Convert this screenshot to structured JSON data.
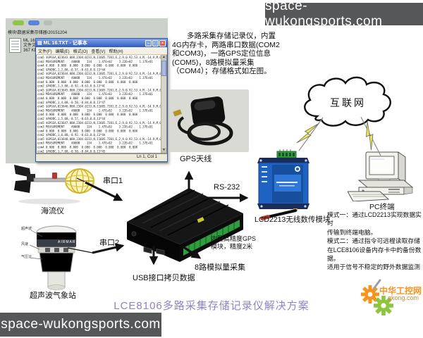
{
  "banners": {
    "top_right": "space-wukongsports.com",
    "bottom_left": "space-wukongsports.com"
  },
  "screenshot": {
    "path_text": "模块\\数据采集存储器\\20151204",
    "file_icon": {
      "line1": "ML 16.TXT",
      "line2": "文件文档",
      "line3": "367 KB"
    },
    "notepad": {
      "title": "ML 16.TXT - 记事本",
      "buttons": {
        "minimize": "–",
        "maximize": "□",
        "close": "×"
      },
      "menu": [
        "文件(F)",
        "编辑(E)",
        "格式(O)",
        "查看(V)",
        "帮助(H)"
      ],
      "log_lines": [
        "com5 $GPGGA,023643.000,2304.0233,N,11605.7201,E,2,9,0.92,53.4,M,-14.9,M,0000,0000*46",
        "com3 MEASUREMENT    4000B    134    1.47E+02    3.22E+02    1.37E+01",
        "com4 0.000  0.000  0.000  0.000  0.000  0.000  0.000  0.000",
        "com2 $PADBC,1,2.00,-0.57,-0.63,0.0,13*44",
        "com5 $GPGGA,023644.000,2304.0233,N,11605.7201,E,2,9,0.92,53.4,M,-14.9,M,0000,0000*46",
        "com3 MEASUREMENT    4000B    134    1.47E+02    3.22E+02    1.37E+01",
        "com4 0.000  0.000  0.000  0.000  0.000  0.000  0.000  0.000",
        "com2 $PADBC,1,3.00,-0.92,-0.63,0.0,13*4C",
        "com5 $GPGGA,023645.000,2304.0233,N,11605.7201,E,2,9,0.92,53.4,M,-14.9,M,0000,0000*4C",
        "com3 MEASUREMENT    4000B    134    1.47E+02    3.22E+02    1.37E+01",
        "com4 0.000  0.000  0.000  0.000  0.000  0.000  0.000  0.000",
        "com2 $PADBC,1,4.00,-0.50,-0.84,0.0,13*47",
        "com5 $GPGGA,023646.000,2304.0233,N,11605.7201,E,2,9,0.92,53.4,M,-14.9,M,0000,0000*4D",
        "com3 MEASUREMENT    4000B    134    1.47E+02    3.22E+02    1.37E+01",
        "com4 0.000  0.000  0.000  0.000  0.000  0.000  0.000  0.000",
        "com2 $PADBC,1,5.00,-0.57,-0.63,0.0,13*44",
        "com5 $GPGGA,023647.000,2304.0233,N,11605.7201,E,2,9,0.92,53.4,M,-14.9,M,0000,0000*4E",
        "com3 MEASUREMENT    4000B    134    1.47E+02    3.22E+02    1.37E+01",
        "com4 0.000  0.000  0.000  0.000  0.000  0.000  0.000  0.000",
        "com2 $PADBC,1,6.00,-0.92,-0.63,0.0,13*4A",
        "com5 $GPGGA,023648.000,2304.0233,N,11605.7201,E,2,9,0.92,53.4,M,-14.9,M,0000,0000*41",
        "com3 MEASUREMENT    4000B    134    1.47E+02    3.22E+02    1.37E+01",
        "com4 0.000  0.000  0.000  0.000  0.000  0.000  0.000  0.000",
        "com2 $PADBC,1,7.00,-0.50,-0.84,0.0,13*45"
      ],
      "status": "Ln 1, Col 1"
    }
  },
  "description": {
    "lines": [
      "多路采集存储记录仪，内置",
      "4G内存卡，两路串口数据(COM2",
      "和COM3)，一路GPS定位信息",
      "(COM5)，8路模拟量采集",
      "（COM4）；存储格式如左图。"
    ]
  },
  "labels": {
    "gps_antenna": "GPS天线",
    "cloud": "互联网",
    "module": "LCD2213无线数传模块",
    "pc": "PC终端",
    "serial1": "串口1",
    "serial2": "串口2",
    "rs232": "RS-232",
    "usb": "USB接口拷贝数据",
    "analog": "8路模拟量采集",
    "gps_note_line1": "内置高精度GPS",
    "gps_note_line2": "模块，精度2米",
    "current_meter": "海流仪",
    "weather_station": "超声波气象站",
    "airmar": "AIRMAR"
  },
  "weather_callouts": [
    "超声波",
    "风速",
    "气压计"
  ],
  "modes": {
    "lines": [
      "模式一：通过LCD2213实现数据实时",
      "传输到终端电脑。",
      "模式二：通过指令可远程读取存储",
      "在LCE8106设备内存卡中的备份数",
      "据。",
      "适用于信号不稳定的野外数据监测"
    ]
  },
  "footer_title": "LCE8106多路采集存储记录仪解决方案",
  "logo": {
    "name": "中华工控网",
    "domain": "gkong.com"
  },
  "colors": {
    "banner_bg": "#565759",
    "title_purple": "#9183bd",
    "logo_orange": "#f7941d",
    "logo_green": "#8dc63f",
    "module_blue": "#1e63c4",
    "bolt_yellow": "#eee94d"
  }
}
